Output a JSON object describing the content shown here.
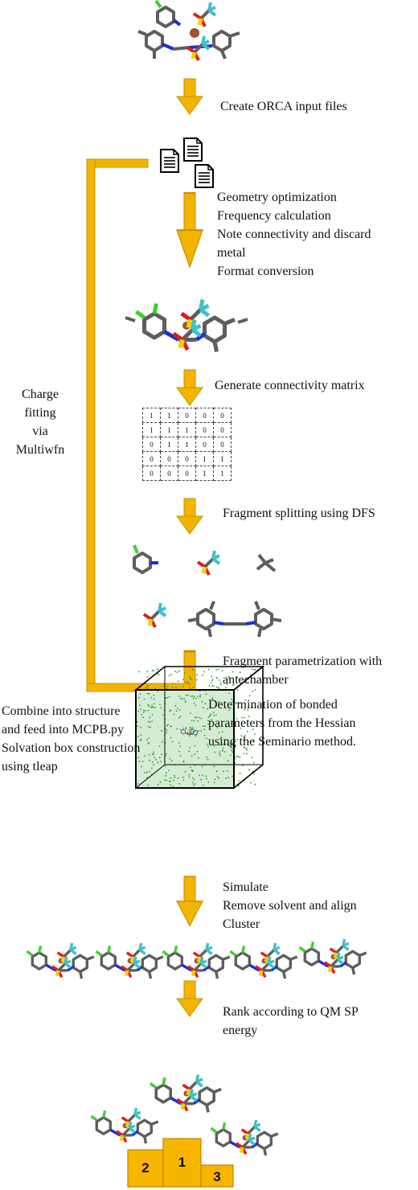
{
  "steps": {
    "orca": "Create ORCA input files",
    "geom": [
      "Geometry optimization",
      "Frequency calculation",
      "Note connectivity and discard",
      "metal",
      "Format conversion"
    ],
    "connectivity": "Generate connectivity matrix",
    "dfs": "Fragment splitting using DFS",
    "antechamber": [
      "Fragment parametrization with",
      "antechamber"
    ],
    "seminario": [
      "Determination of bonded",
      "parameters from the Hessian",
      "using the Seminario method."
    ],
    "combine": [
      "Combine into structure",
      "and feed into MCPB.py",
      "Solvation box construction",
      "using tleap"
    ],
    "simulate": [
      "Simulate",
      "Remove solvent and align",
      "Cluster"
    ],
    "rank": [
      "Rank according to QM SP",
      "energy"
    ]
  },
  "side_label": [
    "Charge",
    "fitting",
    "via",
    "Multiwfn"
  ],
  "matrix": [
    [
      "1",
      "1",
      "0",
      "0",
      "0"
    ],
    [
      "1",
      "1",
      "1",
      "0",
      "0"
    ],
    [
      "0",
      "1",
      "1",
      "0",
      "0"
    ],
    [
      "0",
      "0",
      "0",
      "1",
      "1"
    ],
    [
      "0",
      "0",
      "0",
      "1",
      "1"
    ]
  ],
  "podium": {
    "first": "1",
    "second": "2",
    "third": "3"
  },
  "colors": {
    "arrow": "#f2b400",
    "arrow_edge": "#c98f00",
    "bond": "#5e5e5e",
    "sulfur": "#e8d400",
    "oxygen": "#e01b1b",
    "fluorine": "#3fc1c9",
    "chlorine": "#3bd32b",
    "nitrogen": "#1a2fd6",
    "metal": "#a0522d",
    "solvent": "#2e9e2e"
  }
}
